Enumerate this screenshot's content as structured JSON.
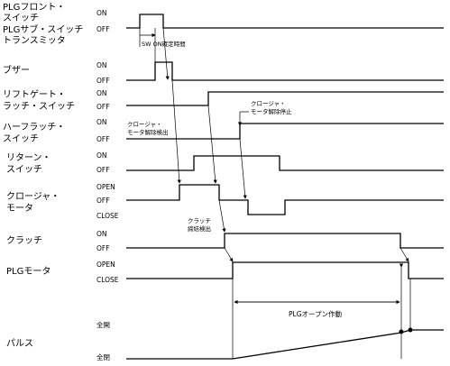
{
  "signals": [
    {
      "name_lines": [
        "PLGフロント・",
        "スイッチ"
      ],
      "high": "ON",
      "low": ""
    },
    {
      "name_lines": [
        "PLGサブ・スイッチ",
        "トランスミッタ"
      ],
      "high": "",
      "low": "OFF"
    },
    {
      "name_lines": [
        "ブザー"
      ],
      "high": "ON",
      "low": "OFF"
    },
    {
      "name_lines": [
        "リフトゲート・",
        "ラッチ・スイッチ"
      ],
      "high": "ON",
      "low": "OFF"
    },
    {
      "name_lines": [
        "ハーフラッチ・",
        "スイッチ"
      ],
      "high": "ON",
      "low": "OFF"
    },
    {
      "name_lines": [
        "リターン・",
        "スイッチ"
      ],
      "high": "ON",
      "low": "OFF"
    },
    {
      "name_lines": [
        "クロージャ・",
        "モータ"
      ],
      "high": "OPEN",
      "low": "OFF",
      "extra": "CLOSE"
    },
    {
      "name_lines": [
        "クラッチ"
      ],
      "high": "ON",
      "low": "OFF"
    },
    {
      "name_lines": [
        "PLGモータ"
      ],
      "high": "OPEN",
      "low": "CLOSE"
    },
    {
      "name_lines": [
        "パルス"
      ],
      "high": "全開",
      "low": "全閉"
    }
  ],
  "annotations": {
    "sw_on": "SW ON確定時間",
    "closure_release_stop": [
      "クロージャ・",
      "モータ解除停止"
    ],
    "closure_release_detect": [
      "クロージャ・",
      "モータ解除検出"
    ],
    "clutch_engage_detect": [
      "クラッチ",
      "締結検出"
    ],
    "plg_open": "PLGオープン作動"
  }
}
